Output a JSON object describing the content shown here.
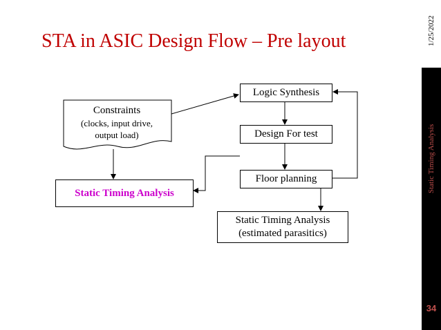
{
  "slide": {
    "title": "STA in ASIC Design Flow – Pre layout",
    "date": "1/25/2022",
    "side_title": "Static Timing Analysis",
    "page_number": "34"
  },
  "diagram": {
    "constraints": {
      "title": "Constraints",
      "line1": "(clocks, input drive,",
      "line2": "output load)"
    },
    "sta_box": "Static Timing Analysis",
    "logic_synthesis": "Logic Synthesis",
    "design_for_test": "Design For test",
    "floor_planning": "Floor planning",
    "sta_estimated": {
      "line1": "Static Timing Analysis",
      "line2": "(estimated parasitics)"
    }
  },
  "colors": {
    "title": "#c00000",
    "sta_highlight": "#cc00cc",
    "accent": "#c0504d"
  }
}
